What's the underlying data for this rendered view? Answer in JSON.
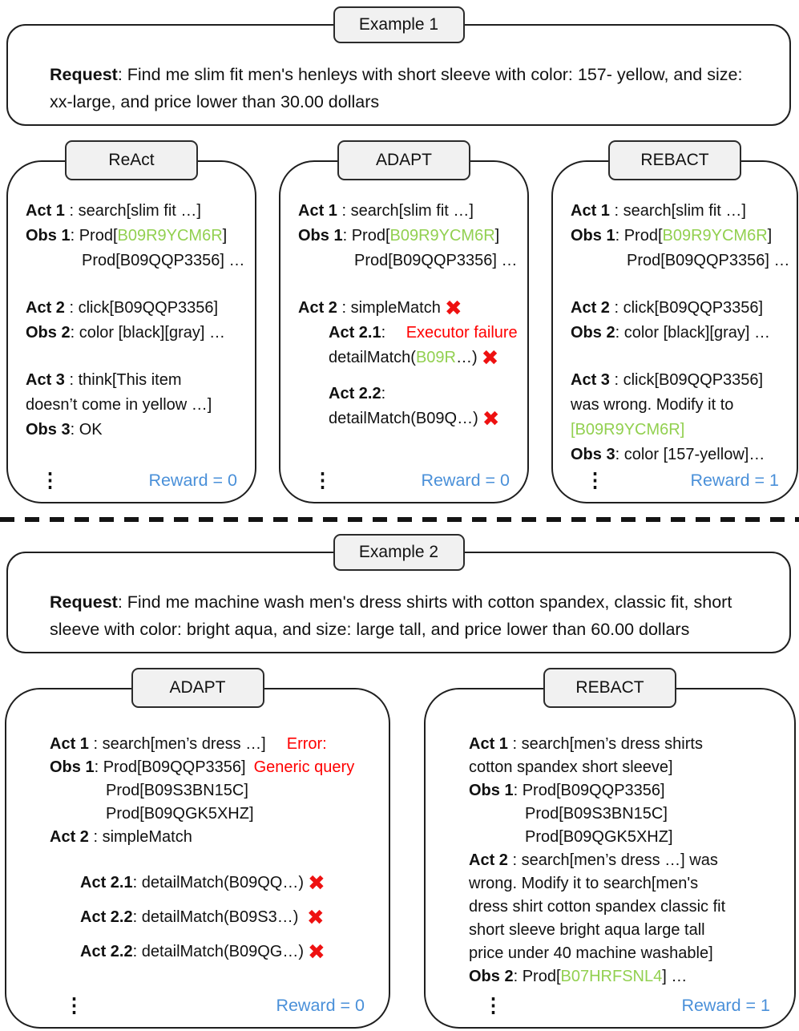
{
  "colors": {
    "green": "#92D050",
    "red": "#FF0000",
    "blue": "#4A90D9",
    "black": "#111111"
  },
  "icons": {
    "x_mark": "✖",
    "vertical_ellipsis": "⋮"
  },
  "examples": [
    {
      "tab": "Example 1",
      "request_label": "Request",
      "request_text": ": Find me slim fit men's henleys with short sleeve with color: 157- yellow, and size: xx-large, and price lower than 30.00 dollars"
    },
    {
      "tab": "Example 2",
      "request_label": "Request",
      "request_text": ": Find me machine wash men's dress shirts with cotton spandex, classic fit, short sleeve with color: bright aqua, and size: large tall, and price lower than 60.00 dollars"
    }
  ],
  "panels": [
    {
      "tab": "ReAct",
      "reward": "Reward = 0",
      "lines": [
        {
          "seg": [
            {
              "t": "Act 1",
              "b": true
            },
            {
              "t": " : search[slim fit …]"
            }
          ]
        },
        {
          "seg": [
            {
              "t": "Obs 1",
              "b": true
            },
            {
              "t": ": Prod["
            },
            {
              "t": "B09R9YCM6R",
              "c": "green"
            },
            {
              "t": "]"
            }
          ]
        },
        {
          "ind": 1,
          "seg": [
            {
              "t": "Prod[B09QQP3356] …"
            }
          ]
        },
        {
          "gap": "blank",
          "seg": [
            {
              "t": "Act 2",
              "b": true
            },
            {
              "t": " : click[B09QQP3356]"
            }
          ]
        },
        {
          "seg": [
            {
              "t": "Obs 2",
              "b": true
            },
            {
              "t": ": color [black][gray] …"
            }
          ]
        },
        {
          "gap": "blank",
          "seg": [
            {
              "t": "Act 3",
              "b": true
            },
            {
              "t": " : think[This item"
            }
          ]
        },
        {
          "seg": [
            {
              "t": "doesn’t come in yellow …]"
            }
          ]
        },
        {
          "seg": [
            {
              "t": "Obs 3",
              "b": true
            },
            {
              "t": ": OK"
            }
          ]
        }
      ]
    },
    {
      "tab": "ADAPT",
      "reward": "Reward = 0",
      "lines": [
        {
          "seg": [
            {
              "t": "Act 1",
              "b": true
            },
            {
              "t": " : search[slim fit …]"
            }
          ]
        },
        {
          "seg": [
            {
              "t": "Obs 1",
              "b": true
            },
            {
              "t": ": Prod["
            },
            {
              "t": "B09R9YCM6R",
              "c": "green"
            },
            {
              "t": "]"
            }
          ]
        },
        {
          "ind": 1,
          "seg": [
            {
              "t": "Prod[B09QQP3356] …"
            }
          ]
        },
        {
          "gap": "blank",
          "seg": [
            {
              "t": "Act 2",
              "b": true
            },
            {
              "t": " : simpleMatch"
            },
            {
              "icon": "x_mark"
            }
          ]
        },
        {
          "ind": 2,
          "seg": [
            {
              "t": "Act 2.1",
              "b": true
            },
            {
              "t": ": "
            },
            {
              "t": "Executor failure",
              "c": "red",
              "ml": 20
            }
          ]
        },
        {
          "ind": 2,
          "seg": [
            {
              "t": "detailMatch("
            },
            {
              "t": "B09R",
              "c": "green"
            },
            {
              "t": "…)"
            },
            {
              "icon": "x_mark"
            }
          ]
        },
        {
          "ind": 2,
          "gap": "small",
          "seg": [
            {
              "t": "Act 2.2",
              "b": true
            },
            {
              "t": ":"
            }
          ]
        },
        {
          "ind": 2,
          "seg": [
            {
              "t": "detailMatch(B09Q…)"
            },
            {
              "icon": "x_mark"
            }
          ]
        }
      ]
    },
    {
      "tab": "REBACT",
      "reward": "Reward = 1",
      "lines": [
        {
          "seg": [
            {
              "t": "Act 1",
              "b": true
            },
            {
              "t": " : search[slim fit …]"
            }
          ]
        },
        {
          "seg": [
            {
              "t": "Obs 1",
              "b": true
            },
            {
              "t": ": Prod["
            },
            {
              "t": "B09R9YCM6R",
              "c": "green"
            },
            {
              "t": "]"
            }
          ]
        },
        {
          "ind": 1,
          "seg": [
            {
              "t": "Prod[B09QQP3356] …"
            }
          ]
        },
        {
          "gap": "blank",
          "seg": [
            {
              "t": "Act 2",
              "b": true
            },
            {
              "t": " : click[B09QQP3356]"
            }
          ]
        },
        {
          "seg": [
            {
              "t": "Obs 2",
              "b": true
            },
            {
              "t": ": color [black][gray] …"
            }
          ]
        },
        {
          "gap": "blank",
          "seg": [
            {
              "t": "Act 3",
              "b": true
            },
            {
              "t": " : click[B09QQP3356]"
            }
          ]
        },
        {
          "seg": [
            {
              "t": "was wrong. Modify it to"
            }
          ]
        },
        {
          "seg": [
            {
              "t": "[B09R9YCM6R]",
              "c": "green"
            }
          ]
        },
        {
          "seg": [
            {
              "t": "Obs 3",
              "b": true
            },
            {
              "t": ": color [157-yellow]…"
            }
          ]
        }
      ]
    },
    {
      "tab": "ADAPT",
      "reward": "Reward = 0",
      "lines": [
        {
          "seg": [
            {
              "t": "Act 1",
              "b": true
            },
            {
              "t": " : search[men’s dress …]"
            },
            {
              "t": "Error:",
              "c": "red",
              "ml": 26
            }
          ]
        },
        {
          "seg": [
            {
              "t": "Obs 1",
              "b": true
            },
            {
              "t": ": Prod[B09QQP3356]"
            },
            {
              "t": "Generic query",
              "c": "red",
              "ml": 10
            }
          ]
        },
        {
          "ind": 1,
          "seg": [
            {
              "t": "Prod[B09S3BN15C]"
            }
          ]
        },
        {
          "ind": 1,
          "seg": [
            {
              "t": "Prod[B09QGK5XHZ]"
            }
          ]
        },
        {
          "seg": [
            {
              "t": "Act 2",
              "b": true
            },
            {
              "t": " : simpleMatch"
            }
          ]
        },
        {
          "ind": 2,
          "gap": "blank",
          "seg": [
            {
              "t": "Act 2.1",
              "b": true
            },
            {
              "t": ": detailMatch(B09QQ…)"
            },
            {
              "icon": "x_mark"
            }
          ]
        },
        {
          "ind": 2,
          "gap": "small",
          "seg": [
            {
              "t": "Act 2.2",
              "b": true
            },
            {
              "t": ": detailMatch(B09S3…) "
            },
            {
              "icon": "x_mark"
            }
          ]
        },
        {
          "ind": 2,
          "gap": "small",
          "seg": [
            {
              "t": "Act 2.2",
              "b": true
            },
            {
              "t": ": detailMatch(B09QG…)"
            },
            {
              "icon": "x_mark"
            }
          ]
        }
      ]
    },
    {
      "tab": "REBACT",
      "reward": "Reward = 1",
      "lines": [
        {
          "seg": [
            {
              "t": "Act 1",
              "b": true
            },
            {
              "t": " : search[men’s dress shirts"
            }
          ]
        },
        {
          "seg": [
            {
              "t": "cotton spandex short sleeve]"
            }
          ]
        },
        {
          "seg": [
            {
              "t": "Obs 1",
              "b": true
            },
            {
              "t": ": Prod[B09QQP3356]"
            }
          ]
        },
        {
          "ind": 1,
          "seg": [
            {
              "t": "Prod[B09S3BN15C]"
            }
          ]
        },
        {
          "ind": 1,
          "seg": [
            {
              "t": "Prod[B09QGK5XHZ]"
            }
          ]
        },
        {
          "seg": [
            {
              "t": "Act 2",
              "b": true
            },
            {
              "t": " : search[men’s dress …] was"
            }
          ]
        },
        {
          "seg": [
            {
              "t": "wrong. Modify it to search[men's"
            }
          ]
        },
        {
          "seg": [
            {
              "t": "dress shirt cotton spandex classic fit"
            }
          ]
        },
        {
          "seg": [
            {
              "t": "short sleeve bright aqua large tall"
            }
          ]
        },
        {
          "seg": [
            {
              "t": "price under 40 machine washable]"
            }
          ]
        },
        {
          "seg": [
            {
              "t": "Obs 2",
              "b": true
            },
            {
              "t": ": Prod["
            },
            {
              "t": "B07HRFSNL4",
              "c": "green"
            },
            {
              "t": "] …"
            }
          ]
        }
      ]
    }
  ]
}
